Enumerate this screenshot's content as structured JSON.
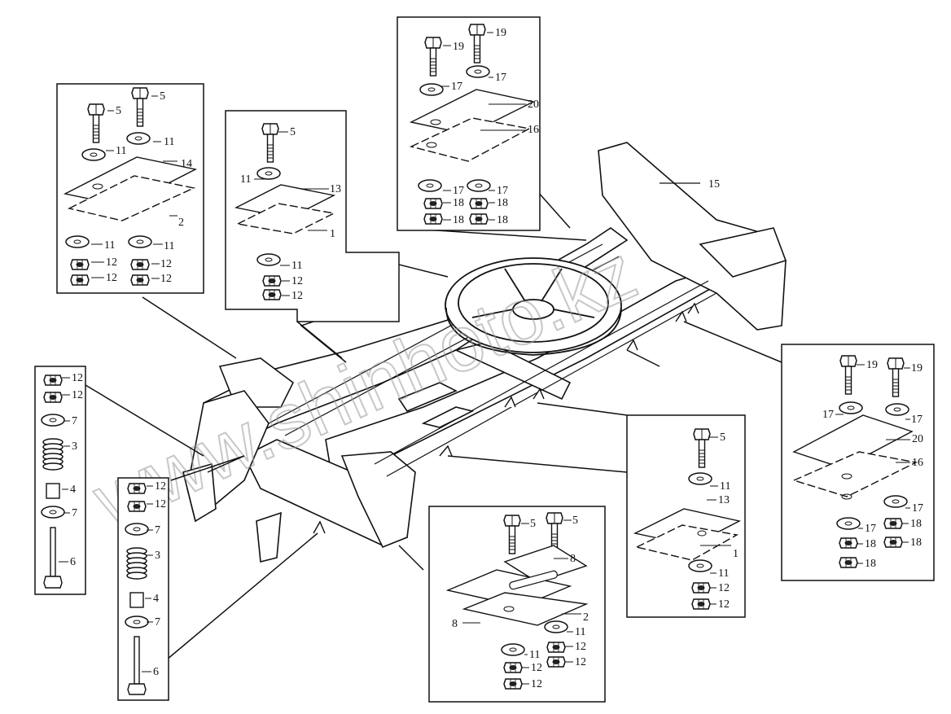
{
  "watermark": "www.shinhoto.kz",
  "panels": {
    "top_left": {
      "labels": [
        "5",
        "5",
        "11",
        "11",
        "14",
        "2",
        "11",
        "11",
        "12",
        "12",
        "12",
        "12"
      ]
    },
    "center_left": {
      "labels": [
        "5",
        "11",
        "13",
        "1",
        "11",
        "12",
        "12"
      ]
    },
    "top_center": {
      "labels": [
        "19",
        "19",
        "17",
        "17",
        "20",
        "16",
        "17",
        "17",
        "18",
        "18",
        "18",
        "18"
      ]
    },
    "left_spring_a": {
      "labels": [
        "12",
        "12",
        "7",
        "3",
        "4",
        "7",
        "6"
      ]
    },
    "left_spring_b": {
      "labels": [
        "12",
        "12",
        "7",
        "3",
        "4",
        "7",
        "6"
      ]
    },
    "bottom_center": {
      "labels": [
        "5",
        "5",
        "8",
        "8",
        "2",
        "11",
        "11",
        "12",
        "12",
        "12",
        "12"
      ]
    },
    "right_center": {
      "labels": [
        "5",
        "11",
        "13",
        "1",
        "11",
        "12",
        "12"
      ]
    },
    "right": {
      "labels": [
        "19",
        "19",
        "17",
        "17",
        "20",
        "16",
        "17",
        "17",
        "18",
        "18",
        "18",
        "18"
      ]
    }
  },
  "frame_label": "15"
}
